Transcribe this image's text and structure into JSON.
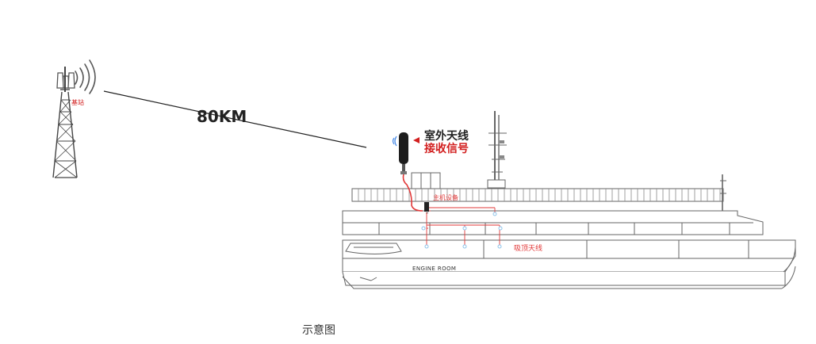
{
  "diagram": {
    "base_station_label": "基站",
    "distance_label": "80KM",
    "outdoor_antenna_title": "室外天线",
    "outdoor_antenna_subtitle": "接收信号",
    "host_device_label": "主机设备",
    "ceiling_antenna_label": "吸顶天线",
    "engine_room_label": "ENGINE ROOM",
    "caption": "示意图"
  },
  "colors": {
    "line": "#222222",
    "accent_red": "#d21f1f",
    "cable_red": "#e23939",
    "ship_stroke": "#666666"
  }
}
